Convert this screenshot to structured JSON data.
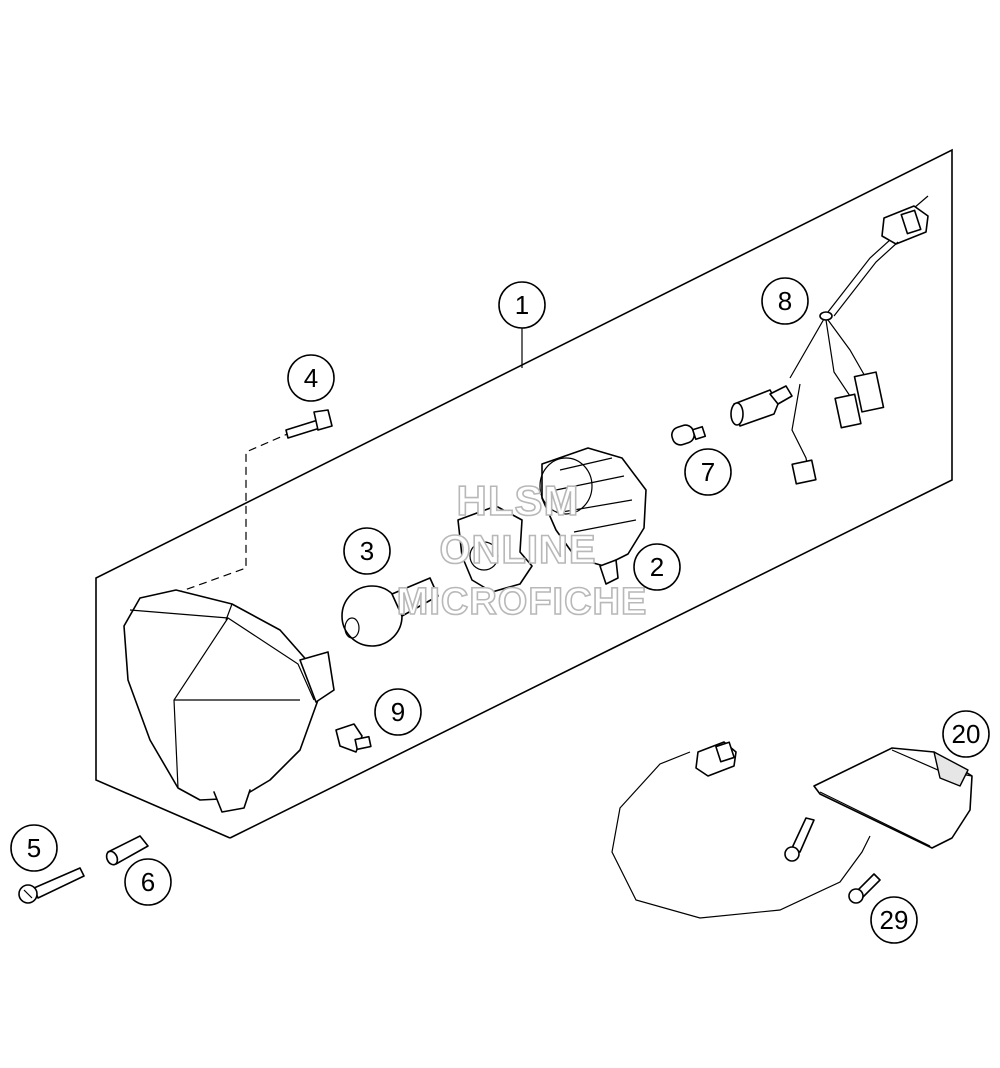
{
  "callouts": {
    "c1": "1",
    "c2": "2",
    "c3": "3",
    "c4": "4",
    "c5": "5",
    "c6": "6",
    "c7": "7",
    "c8": "8",
    "c9": "9",
    "c20": "20",
    "c29": "29"
  },
  "watermark": {
    "line1": "HLSM",
    "line2": "ONLINE",
    "line3": "MICROFICHE"
  }
}
